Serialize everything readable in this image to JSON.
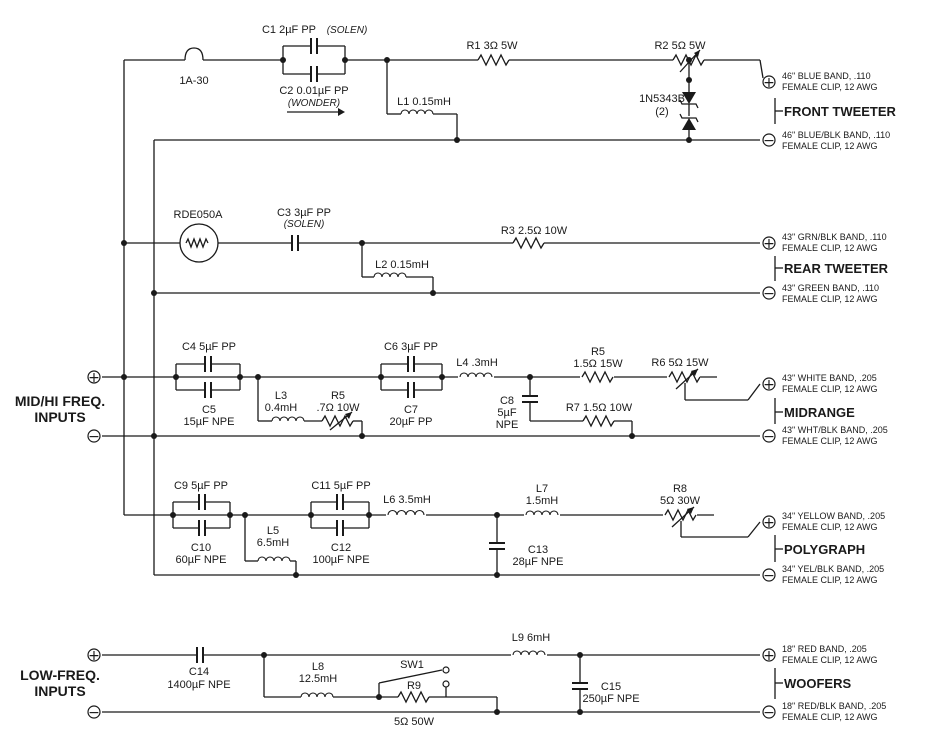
{
  "inputs": {
    "midhi_line1": "MID/HI FREQ.",
    "midhi_line2": "INPUTS",
    "low_line1": "LOW-FREQ.",
    "low_line2": "INPUTS",
    "plus": "+",
    "minus": "−"
  },
  "sections": {
    "front_tweeter": "FRONT TWEETER",
    "rear_tweeter": "REAR TWEETER",
    "midrange": "MIDRANGE",
    "polygraph": "POLYGRAPH",
    "woofers": "WOOFERS"
  },
  "wires": {
    "front_pos_1": "46\" BLUE BAND, .110",
    "front_pos_2": "FEMALE CLIP, 12 AWG",
    "front_neg_1": "46\" BLUE/BLK BAND, .110",
    "front_neg_2": "FEMALE CLIP, 12 AWG",
    "rear_pos_1": "43\" GRN/BLK BAND, .110",
    "rear_pos_2": "FEMALE CLIP, 12 AWG",
    "rear_neg_1": "43\" GREEN BAND, .110",
    "rear_neg_2": "FEMALE CLIP, 12 AWG",
    "mid_pos_1": "43\" WHITE BAND, .205",
    "mid_pos_2": "FEMALE CLIP, 12 AWG",
    "mid_neg_1": "43\" WHT/BLK BAND, .205",
    "mid_neg_2": "FEMALE CLIP, 12 AWG",
    "poly_pos_1": "34\" YELLOW BAND, .205",
    "poly_pos_2": "FEMALE CLIP, 12 AWG",
    "poly_neg_1": "34\" YEL/BLK BAND, .205",
    "poly_neg_2": "FEMALE CLIP, 12 AWG",
    "woof_pos_1": "18\" RED BAND, .205",
    "woof_pos_2": "FEMALE CLIP, 12 AWG",
    "woof_neg_1": "18\" RED/BLK BAND, .205",
    "woof_neg_2": "FEMALE CLIP, 12 AWG"
  },
  "components": {
    "fuse": "1A-30",
    "c1": "C1 2µF PP",
    "c1_note": "(SOLEN)",
    "c2": "C2 0.01µF PP",
    "c2_note": "(WONDER)",
    "r1": "R1 3Ω 5W",
    "r2": "R2 5Ω 5W",
    "zener": "1N5343B",
    "zener_qty": "(2)",
    "l1": "L1 0.15mH",
    "ptc": "RDE050A",
    "c3": "C3 3µF PP",
    "c3_note": "(SOLEN)",
    "r3": "R3 2.5Ω 10W",
    "l2": "L2 0.15mH",
    "c4": "C4 5µF PP",
    "c5_1": "C5",
    "c5_2": "15µF NPE",
    "l3_1": "L3",
    "l3_2": "0.4mH",
    "r5a_1": "R5",
    "r5a_2": ".7Ω 10W",
    "c6": "C6 3µF PP",
    "c7_1": "C7",
    "c7_2": "20µF PP",
    "l4": "L4 .3mH",
    "r5b_1": "R5",
    "r5b_2": "1.5Ω 15W",
    "r6": "R6 5Ω 15W",
    "c8_1": "C8",
    "c8_2": "5µF",
    "c8_3": "NPE",
    "r7": "R7 1.5Ω 10W",
    "c9": "C9 5µF PP",
    "c10_1": "C10",
    "c10_2": "60µF NPE",
    "l5_1": "L5",
    "l5_2": "6.5mH",
    "c11": "C11 5µF PP",
    "c12_1": "C12",
    "c12_2": "100µF NPE",
    "l6": "L6 3.5mH",
    "l7_1": "L7",
    "l7_2": "1.5mH",
    "c13_1": "C13",
    "c13_2": "28µF NPE",
    "r8_1": "R8",
    "r8_2": "5Ω 30W",
    "c14_1": "C14",
    "c14_2": "1400µF NPE",
    "l9": "L9 6mH",
    "l8_1": "L8",
    "l8_2": "12.5mH",
    "sw1": "SW1",
    "r9": "R9",
    "r9_value": "5Ω 50W",
    "c15_1": "C15",
    "c15_2": "250µF NPE"
  }
}
